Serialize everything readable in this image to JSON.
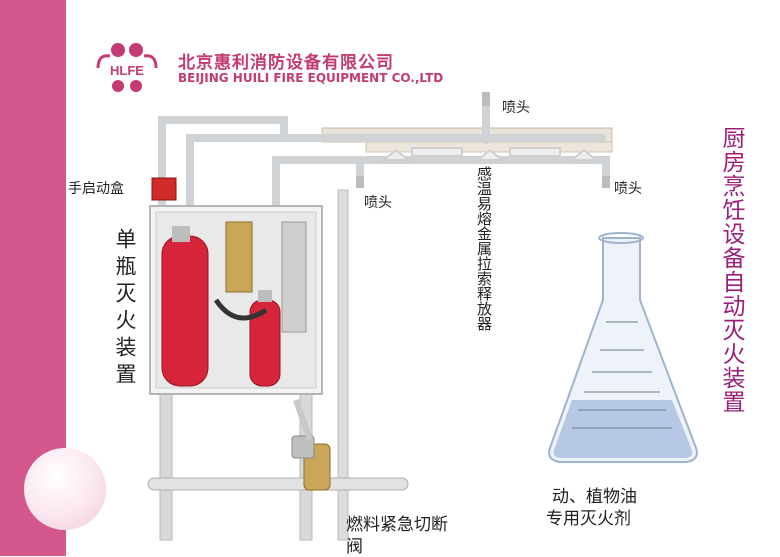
{
  "company": {
    "name_cn": "北京惠利消防设备有限公司",
    "name_en": "BEIJING HUILI FIRE EQUIPMENT CO.,LTD",
    "logo_text": "HLFE"
  },
  "title": "厨房烹饪设备自动灭火装置",
  "labels": {
    "nozzle_top": "喷头",
    "nozzle_left": "喷头",
    "nozzle_right": "喷头",
    "manual_box": "手启动盒",
    "single_bottle": "单瓶灭火装置",
    "fusible_link": "感温易熔金属拉索释放器",
    "fuel_valve_line1": "燃料紧急切断",
    "fuel_valve_line2": "阀",
    "agent_line1": "动、植物油",
    "agent_line2": "专用灭火剂"
  },
  "colors": {
    "accent": "#d4578d",
    "title": "#9b1f7a",
    "brand": "#c43a73"
  }
}
